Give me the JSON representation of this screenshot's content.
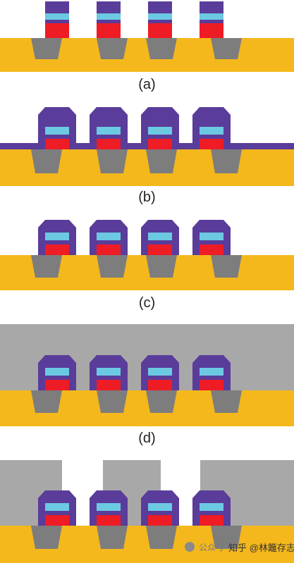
{
  "panels": [
    {
      "id": "a",
      "label": "(a)"
    },
    {
      "id": "b",
      "label": "(b)"
    },
    {
      "id": "c",
      "label": "(c)"
    },
    {
      "id": "d",
      "label": "(d)"
    },
    {
      "id": "e",
      "label": ""
    }
  ],
  "watermark": {
    "source": "公众号",
    "author": "知乎 @林籬存志"
  },
  "colors": {
    "substrate": "#f4b81c",
    "plug": "#7d7d7d",
    "stack_top": "#5a3c9a",
    "stack_mid": "#6cc9e2",
    "stack_bottom": "#ee1c25",
    "fill_layer": "#a8a8a8",
    "background": "#ffffff"
  }
}
